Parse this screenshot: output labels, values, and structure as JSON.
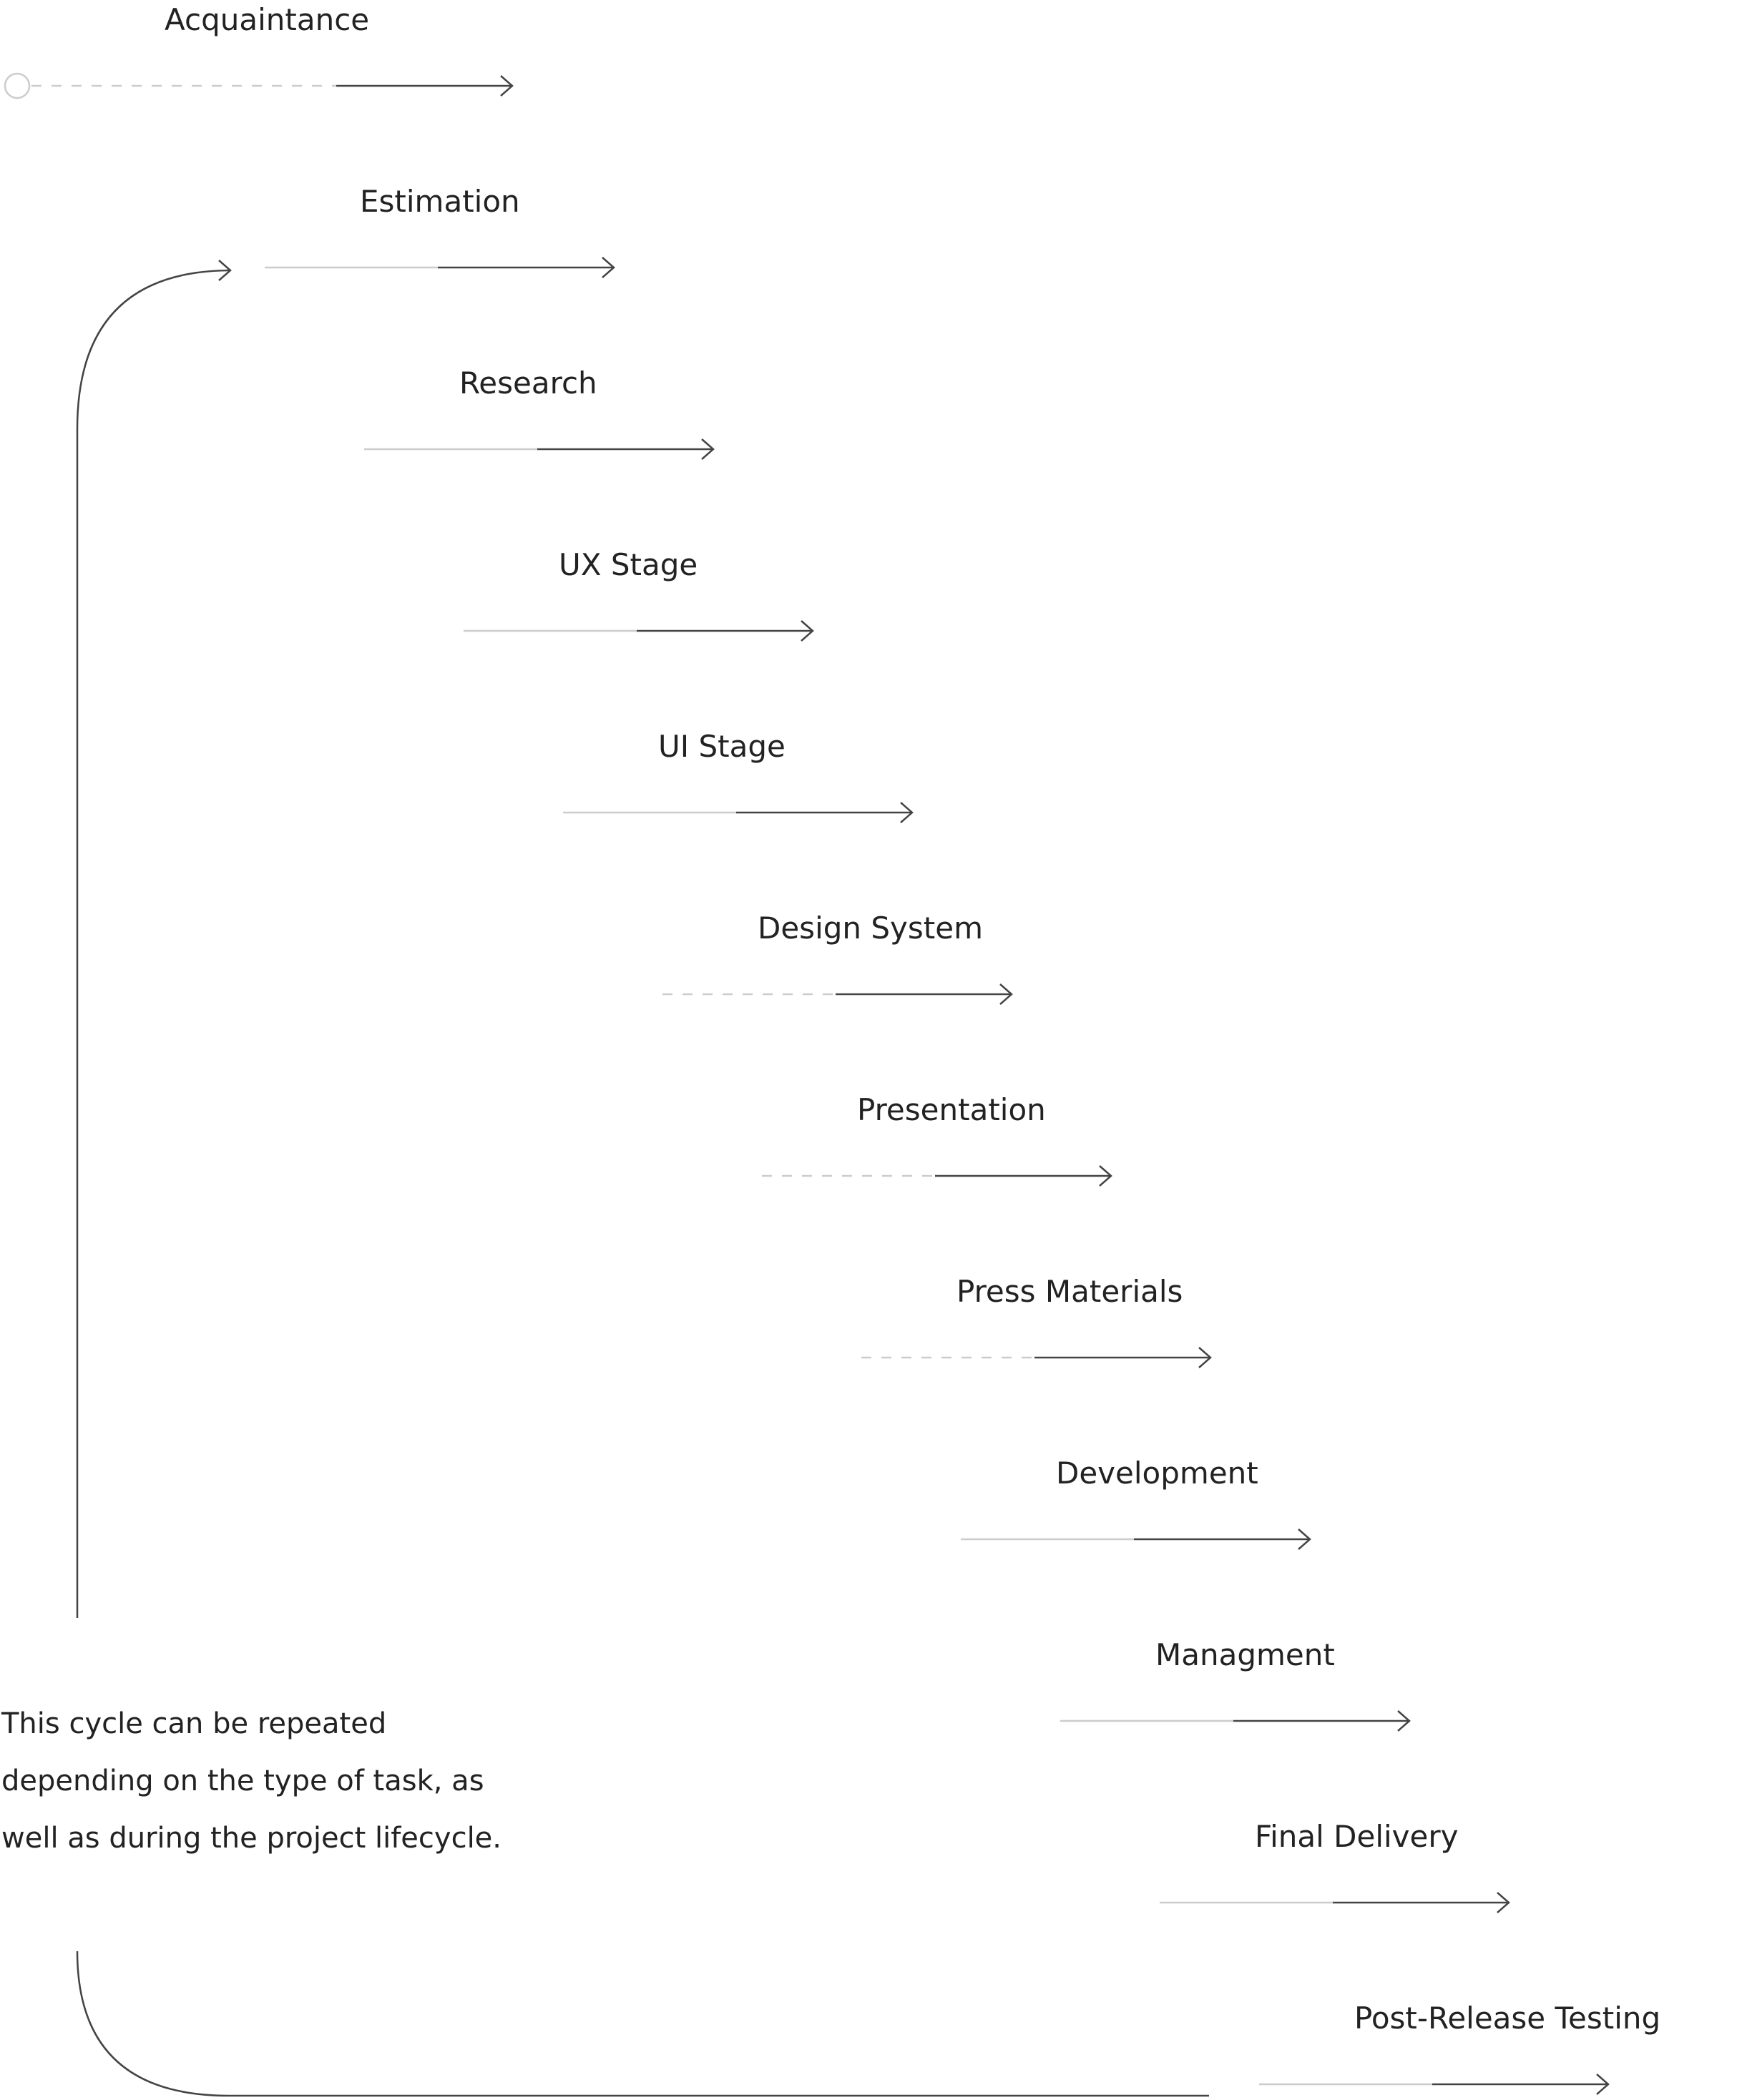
{
  "stages": [
    {
      "label": "Acquaintance",
      "lead_style": "dashed",
      "start_marker": true
    },
    {
      "label": "Estimation",
      "lead_style": "solid"
    },
    {
      "label": "Research",
      "lead_style": "solid"
    },
    {
      "label": "UX Stage",
      "lead_style": "solid"
    },
    {
      "label": "UI Stage",
      "lead_style": "solid"
    },
    {
      "label": "Design System",
      "lead_style": "dashed"
    },
    {
      "label": "Presentation",
      "lead_style": "dashed"
    },
    {
      "label": "Press Materials",
      "lead_style": "dashed"
    },
    {
      "label": "Development",
      "lead_style": "solid"
    },
    {
      "label": "Managment",
      "lead_style": "solid"
    },
    {
      "label": "Final Delivery",
      "lead_style": "solid"
    },
    {
      "label": "Post-Release Testing",
      "lead_style": "solid"
    }
  ],
  "note": {
    "lines": [
      "This cycle can be repeated",
      "depending on the type of task, as",
      "well as during the project lifecycle."
    ]
  },
  "colors": {
    "line_dark": "#444444",
    "line_light": "#cccccc",
    "text": "#222222"
  }
}
